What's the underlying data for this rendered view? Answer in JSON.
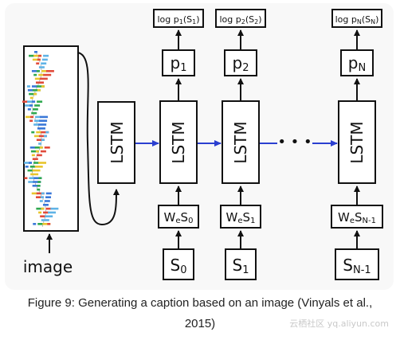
{
  "diagram": {
    "input_label": "image",
    "encoder_label": "LSTM",
    "steps": [
      {
        "lstm": "LSTM",
        "input_w": "W",
        "input_e": "e",
        "input_s": "S",
        "input_sub": "0",
        "token_s": "S",
        "token_sub": "0",
        "prob_p": "p",
        "prob_sub": "1",
        "log_prefix": "log p",
        "log_sub1": "1",
        "log_s": "(S",
        "log_sub2": "1",
        "log_close": ")"
      },
      {
        "lstm": "LSTM",
        "input_w": "W",
        "input_e": "e",
        "input_s": "S",
        "input_sub": "1",
        "token_s": "S",
        "token_sub": "1",
        "prob_p": "p",
        "prob_sub": "2",
        "log_prefix": "log p",
        "log_sub1": "2",
        "log_s": "(S",
        "log_sub2": "2",
        "log_close": ")"
      },
      {
        "lstm": "LSTM",
        "input_w": "W",
        "input_e": "e",
        "input_s": "S",
        "input_sub": "N-1",
        "token_s": "S",
        "token_sub": "N-1",
        "prob_p": "p",
        "prob_sub": "N",
        "log_prefix": "log p",
        "log_sub1": "N",
        "log_s": "(S",
        "log_sub2": "N",
        "log_close": ")"
      }
    ],
    "ellipsis": "• • •",
    "arrow_color": "#2b3fd0"
  },
  "caption": {
    "line1": "Figure 9: Generating a caption based on an image (Vinyals et al.,",
    "line2": "2015)"
  },
  "watermark": "云栖社区 yq.aliyun.com"
}
